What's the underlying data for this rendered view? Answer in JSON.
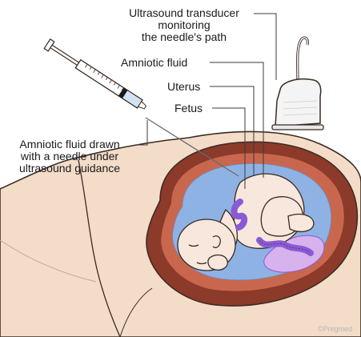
{
  "labels": {
    "transducer_line1": "Ultrasound transducer",
    "transducer_line2": "monitoring",
    "transducer_line3": "the needle's path",
    "amniotic_fluid": "Amniotic fluid",
    "uterus": "Uterus",
    "fetus": "Fetus",
    "needle_line1": "Amniotic fluid drawn",
    "needle_line2": "with a needle under",
    "needle_line3": "ultrasound guidance"
  },
  "credit": "©Pregmed",
  "colors": {
    "skin": "#f3dcc8",
    "uterus_outer": "#8c3a2a",
    "uterus_inner": "#c9674e",
    "amniotic_fluid": "#8fb2e4",
    "placenta": "#d7b2ec",
    "fetus_skin": "#f7e7dc",
    "umbilical_cord": "#8a5ad6",
    "syringe_fluid": "#cfe3f5",
    "transducer_body": "#f4f4f4",
    "outline": "#3a2a22"
  }
}
